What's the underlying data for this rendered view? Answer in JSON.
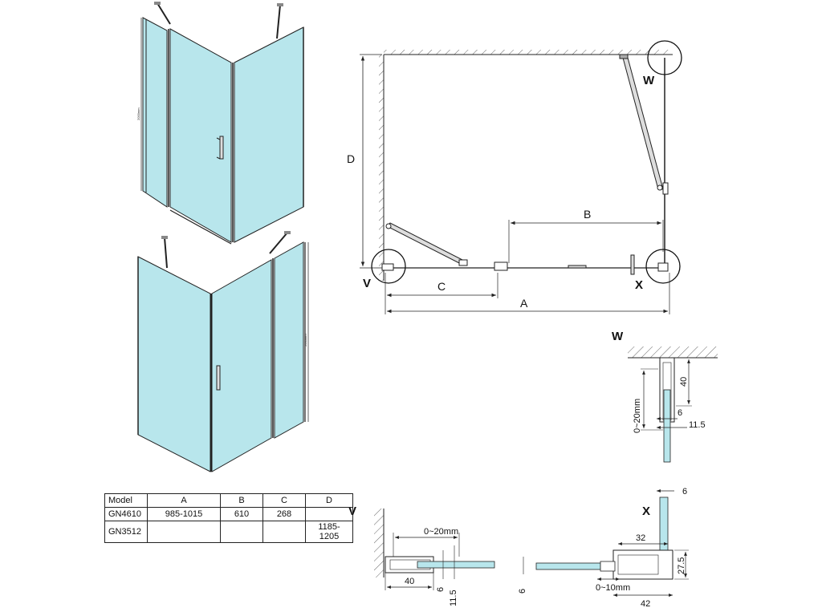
{
  "top_view": {
    "label_A": "A",
    "label_B": "B",
    "label_C": "C",
    "label_D": "D",
    "label_V": "V",
    "label_W": "W",
    "label_X": "X"
  },
  "iso_views": {
    "height_label_1": "2000mm",
    "height_label_2": "2000mm"
  },
  "detail_W": {
    "title": "W",
    "dim_40": "40",
    "dim_range": "0~20mm",
    "dim_6": "6",
    "dim_11_5": "11.5"
  },
  "detail_V": {
    "title": "V",
    "dim_range": "0~20mm",
    "dim_40": "40",
    "dim_6": "6",
    "dim_11_5": "11.5"
  },
  "detail_X": {
    "title": "X",
    "dim_6_top": "6",
    "dim_32": "32",
    "dim_27_5": "27.5",
    "dim_6_left": "6",
    "dim_range": "0~10mm",
    "dim_42": "42"
  },
  "table": {
    "headers": [
      "Model",
      "A",
      "B",
      "C",
      "D"
    ],
    "rows": [
      [
        "GN4610",
        "985-1015",
        "610",
        "268",
        ""
      ],
      [
        "GN3512",
        "",
        "",
        "",
        "1185-1205"
      ]
    ]
  },
  "colors": {
    "glass": "#b8e6ec",
    "glass_light": "#cdeef2",
    "line": "#222222",
    "hatch": "#555555"
  }
}
